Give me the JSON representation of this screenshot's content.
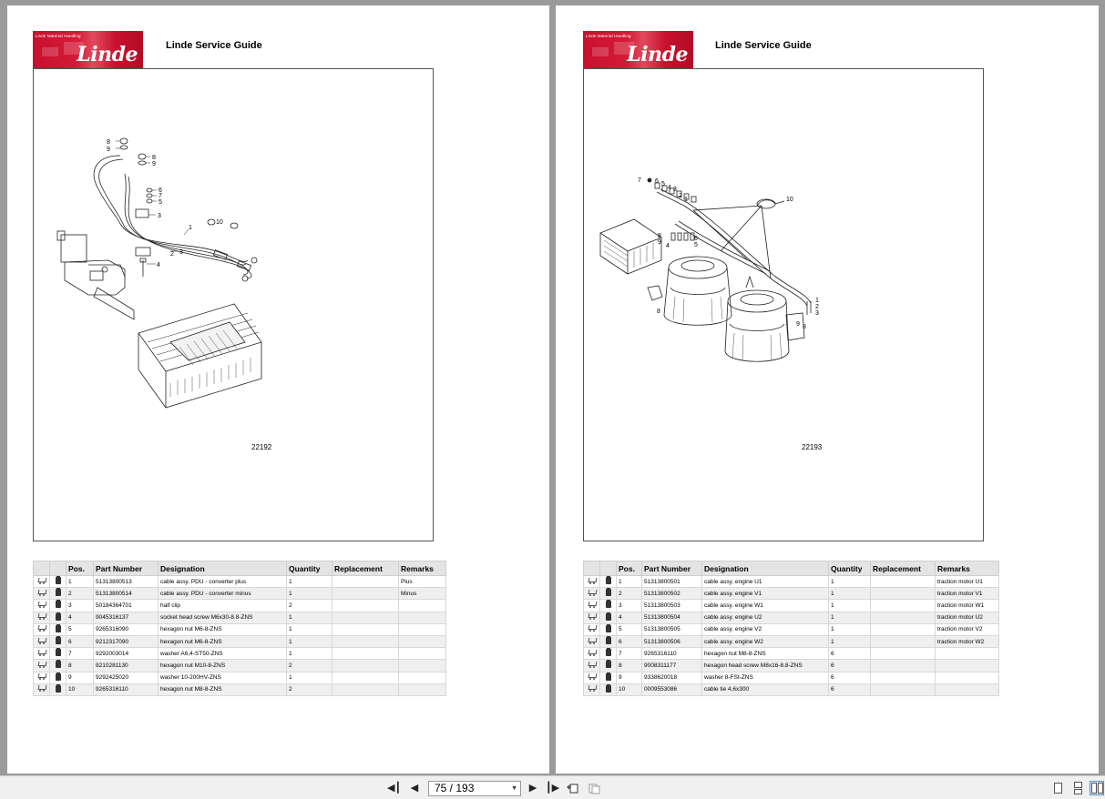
{
  "logo": {
    "tagline": "Linde Material Handling",
    "wordmark": "Linde"
  },
  "pages": [
    {
      "id": "left",
      "title": "Linde Service Guide",
      "figure_number": "22192",
      "columns": [
        "",
        "",
        "Pos.",
        "Part Number",
        "Designation",
        "Quantity",
        "Replacement",
        "Remarks"
      ],
      "rows": [
        {
          "pos": "1",
          "part": "51313800513",
          "designation": "cable assy. PDU - converter plus",
          "qty": "1",
          "replacement": "",
          "remarks": "Plus"
        },
        {
          "pos": "2",
          "part": "51313800514",
          "designation": "cable assy. PDU - converter minus",
          "qty": "1",
          "replacement": "",
          "remarks": "Minus"
        },
        {
          "pos": "3",
          "part": "50184364701",
          "designation": "half clip",
          "qty": "2",
          "replacement": "",
          "remarks": ""
        },
        {
          "pos": "4",
          "part": "9045316137",
          "designation": "socket head screw M6x30-8.8-ZNS",
          "qty": "1",
          "replacement": "",
          "remarks": ""
        },
        {
          "pos": "5",
          "part": "9265316090",
          "designation": "hexagon nut M6-8-ZNS",
          "qty": "1",
          "replacement": "",
          "remarks": ""
        },
        {
          "pos": "6",
          "part": "9212317090",
          "designation": "hexagon nut M6-8-ZNS",
          "qty": "1",
          "replacement": "",
          "remarks": ""
        },
        {
          "pos": "7",
          "part": "9292003014",
          "designation": "washer A6,4-ST50-ZNS",
          "qty": "1",
          "replacement": "",
          "remarks": ""
        },
        {
          "pos": "8",
          "part": "9210281130",
          "designation": "hexagon nut M10-8-ZNS",
          "qty": "2",
          "replacement": "",
          "remarks": ""
        },
        {
          "pos": "9",
          "part": "9292425020",
          "designation": "washer 10-200HV-ZNS",
          "qty": "1",
          "replacement": "",
          "remarks": ""
        },
        {
          "pos": "10",
          "part": "9265316110",
          "designation": "hexagon nut M8-8-ZNS",
          "qty": "2",
          "replacement": "",
          "remarks": ""
        }
      ]
    },
    {
      "id": "right",
      "title": "Linde Service Guide",
      "figure_number": "22193",
      "columns": [
        "",
        "",
        "Pos.",
        "Part Number",
        "Designation",
        "Quantity",
        "Replacement",
        "Remarks"
      ],
      "rows": [
        {
          "pos": "1",
          "part": "51313800501",
          "designation": "cable assy. engine U1",
          "qty": "1",
          "replacement": "",
          "remarks": "traction motor U1"
        },
        {
          "pos": "2",
          "part": "51313800502",
          "designation": "cable assy. engine V1",
          "qty": "1",
          "replacement": "",
          "remarks": "traction motor V1"
        },
        {
          "pos": "3",
          "part": "51313800503",
          "designation": "cable assy. engine W1",
          "qty": "1",
          "replacement": "",
          "remarks": "traction motor W1"
        },
        {
          "pos": "4",
          "part": "51313800504",
          "designation": "cable assy. engine U2",
          "qty": "1",
          "replacement": "",
          "remarks": "traction motor U2"
        },
        {
          "pos": "5",
          "part": "51313800505",
          "designation": "cable assy. engine V2",
          "qty": "1",
          "replacement": "",
          "remarks": "traction motor V2"
        },
        {
          "pos": "6",
          "part": "51313800506",
          "designation": "cable assy. engine W2",
          "qty": "1",
          "replacement": "",
          "remarks": "traction motor W2"
        },
        {
          "pos": "7",
          "part": "9265316110",
          "designation": "hexagon nut M8-8-ZNS",
          "qty": "6",
          "replacement": "",
          "remarks": ""
        },
        {
          "pos": "8",
          "part": "9008311177",
          "designation": "hexagon head screw M8x16-8.8-ZNS",
          "qty": "6",
          "replacement": "",
          "remarks": ""
        },
        {
          "pos": "9",
          "part": "9338620018",
          "designation": "washer 8-FSt-ZNS",
          "qty": "6",
          "replacement": "",
          "remarks": ""
        },
        {
          "pos": "10",
          "part": "0009553086",
          "designation": "cable tie 4,6x300",
          "qty": "6",
          "replacement": "",
          "remarks": ""
        }
      ]
    }
  ],
  "toolbar": {
    "page_indicator": "75 / 193",
    "icons": [
      "first-page-icon",
      "previous-page-icon",
      "next-page-icon",
      "last-page-icon",
      "go-back-view-icon",
      "go-forward-view-icon",
      "single-page-view-icon",
      "continuous-view-icon",
      "facing-pages-view-icon"
    ]
  },
  "colors": {
    "brand_red": "#c8102e",
    "viewer_background": "#9a9a9a",
    "table_header": "#e4e4e4"
  }
}
